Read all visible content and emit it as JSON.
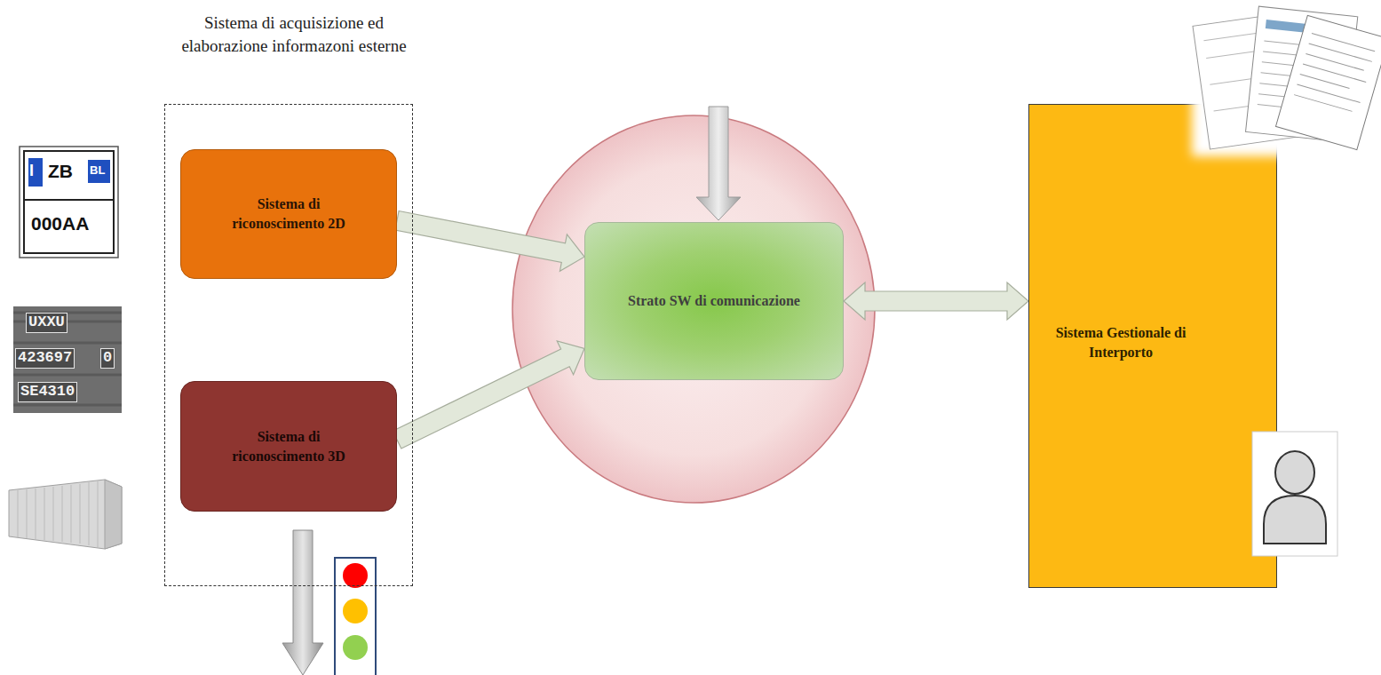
{
  "diagram": {
    "nodes": [
      {
        "text": [
          "Sistema di acquisizione ed elaborazione informazoni esterne"
        ]
      },
      {
        "text": [
          "Sistema di riconoscimento 2D"
        ],
        "in": 0
      },
      {
        "text": [
          "Sistema di riconoscimento 3D"
        ],
        "in": 0
      },
      {
        "text": [
          "Strato SW di comunicazione"
        ]
      },
      {
        "text": [
          "Sistema Gestionale di Interporto"
        ]
      }
    ],
    "edges": [
      {
        "from": 1,
        "to": 3,
        "arrow": "to"
      },
      {
        "from": 2,
        "to": 3,
        "arrow": "to"
      },
      {
        "from": 3,
        "to": 4,
        "arrow": "both"
      }
    ],
    "labels": [
      "I",
      "ZB",
      "BL",
      "000AA",
      "UXXU",
      "423697",
      "0",
      "SE4310"
    ]
  }
}
